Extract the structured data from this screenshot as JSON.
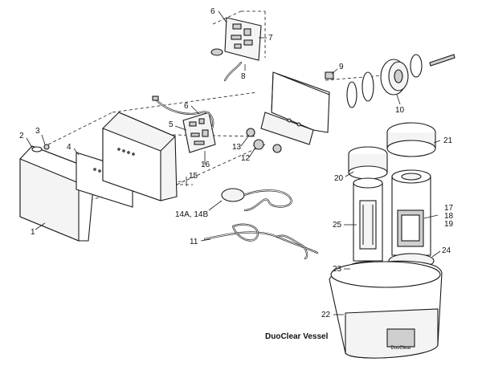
{
  "labels": {
    "c1": "1",
    "c2": "2",
    "c3": "3",
    "c4": "4",
    "c5": "5",
    "c6a": "6",
    "c6b": "6",
    "c7": "7",
    "c8": "8",
    "c9": "9",
    "c10": "10",
    "c11": "11",
    "c12": "12",
    "c13": "13",
    "c14": "14A, 14B",
    "c15": "15",
    "c16": "16",
    "c17": "17",
    "c18": "18",
    "c19": "19",
    "c20": "20",
    "c21": "21",
    "c22": "22",
    "c23": "23",
    "c24": "24",
    "c25": "25"
  },
  "vessel_title": "DuoClear Vessel",
  "vessel_logo": "DuoClear"
}
